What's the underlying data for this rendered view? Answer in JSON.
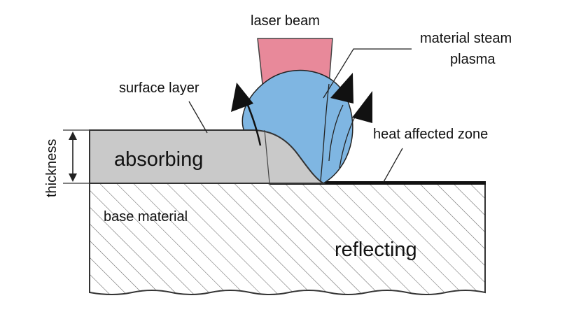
{
  "labels": {
    "laser_beam": "laser beam",
    "material_steam": "material steam",
    "plasma": "plasma",
    "surface_layer": "surface layer",
    "heat_affected_zone": "heat affected zone",
    "thickness": "thickness",
    "absorbing": "absorbing",
    "base_material": "base material",
    "reflecting": "reflecting"
  },
  "colors": {
    "laser_beam": "#e8899a",
    "plasma": "#7fb6e2",
    "surface_layer": "#c9c9c9",
    "hatch": "#555555",
    "outline": "#222222"
  }
}
